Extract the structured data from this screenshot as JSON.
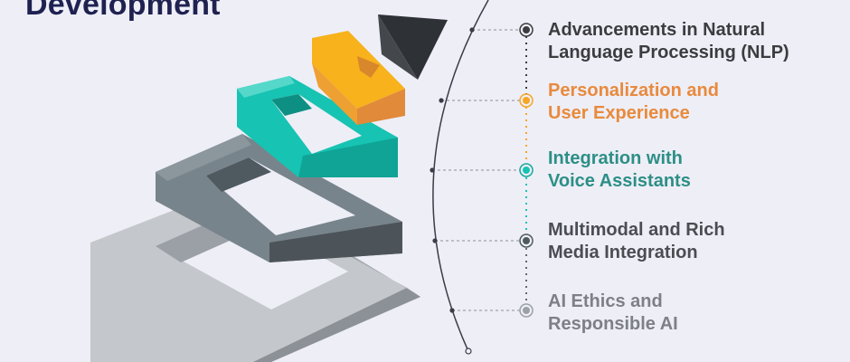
{
  "header": {
    "title": "Development"
  },
  "timeline": {
    "items": [
      {
        "line1": "Advancements in Natural",
        "line2": "Language Processing (NLP)",
        "color": "#3c3c40"
      },
      {
        "line1": "Personalization and",
        "line2": "User Experience",
        "color": "#e88a3c"
      },
      {
        "line1": "Integration with",
        "line2": "Voice Assistants",
        "color": "#2c8f86"
      },
      {
        "line1": "Multimodal and Rich",
        "line2": "Media Integration",
        "color": "#4a4d52"
      },
      {
        "line1": "AI Ethics and",
        "line2": "Responsible AI",
        "color": "#7d8085"
      }
    ]
  },
  "colors": {
    "dark": "#3e4247",
    "orange": "#f5a623",
    "teal": "#17c3b2",
    "slate": "#5f6a70",
    "gray": "#b8bcc1"
  }
}
